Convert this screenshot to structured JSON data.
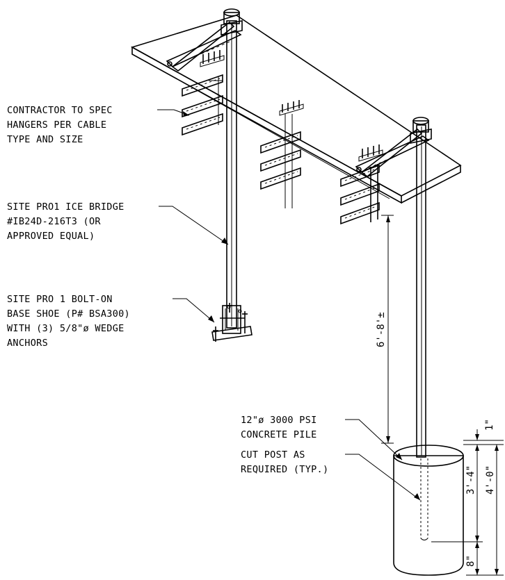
{
  "callouts": {
    "hangers": [
      "CONTRACTOR TO SPEC",
      "HANGERS PER CABLE",
      "TYPE AND SIZE"
    ],
    "ice_bridge": [
      "SITE PRO1 ICE BRIDGE",
      "#IB24D-216T3 (OR",
      "APPROVED EQUAL)"
    ],
    "base_shoe": [
      "SITE PRO 1 BOLT-ON",
      "BASE SHOE (P# BSA300)",
      "WITH (3) 5/8\"ø WEDGE",
      "ANCHORS"
    ],
    "concrete_pile": [
      "12\"ø 3000 PSI",
      "CONCRETE PILE"
    ],
    "cut_post": [
      "CUT POST AS",
      "REQUIRED (TYP.)"
    ]
  },
  "dimensions": {
    "post_height": "6'-8'±",
    "embed": "3'-4\"",
    "pile_depth": "4'-0\"",
    "top_offset": "1\"",
    "bottom_offset": "8\""
  }
}
